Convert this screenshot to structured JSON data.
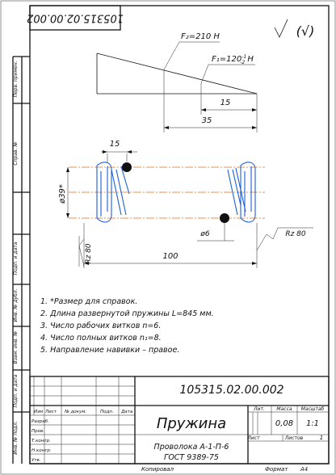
{
  "doc_code": "105315.02.00.002",
  "doc_code_rotated": "105315.02.00.002",
  "roughness": {
    "symbol": "√",
    "general": "(√)"
  },
  "load_chart": {
    "f2": "F₂=210 H",
    "f1_main": "F₁=120",
    "f1_sup": "-1",
    "f1_sub": "-2",
    "f1_unit": " H",
    "dim_15": "15",
    "dim_35": "35"
  },
  "spring_view": {
    "dim_15": "15",
    "dim_d": "ø39*",
    "dim_6": "ø6",
    "rz_left": "Rz 80",
    "rz_right": "Rz 80",
    "length": "100"
  },
  "notes": [
    "1.  *Размер для справок.",
    "2.  Длина развернутой пружины L=845 мм.",
    "3.  Число рабочих витков n=6.",
    "4.  Число полных витков n₁=8.",
    "5.  Направление навивки – правое."
  ],
  "side_labels": [
    "Перв. примен.",
    "Справ. №",
    "Подп. и дата",
    "Инв. № дубл.",
    "Взам. инв. №",
    "Подп. и дата",
    "Инв. № подл."
  ],
  "title_block": {
    "code": "105315.02.00.002",
    "name": "Пружина",
    "material_line1": "Проволока А-1-П-6",
    "material_line2": "ГОСТ 9389-75",
    "col_headers": [
      "Изм",
      "Лист",
      "№ докум.",
      "Подп.",
      "Дата"
    ],
    "row_labels": [
      "Разраб.",
      "Пров.",
      "Т.контр.",
      "Н.контр.",
      "Утв."
    ],
    "lit_label": "Лит.",
    "mass_label": "Масса",
    "scale_label": "Масштаб",
    "mass_value": "0,08",
    "scale_value": "1:1",
    "sheet_label": "Лист",
    "sheets_label": "Листов",
    "sheets_value": "1",
    "copied": "Копировал",
    "format_label": "Формат",
    "format_value": "А4"
  }
}
